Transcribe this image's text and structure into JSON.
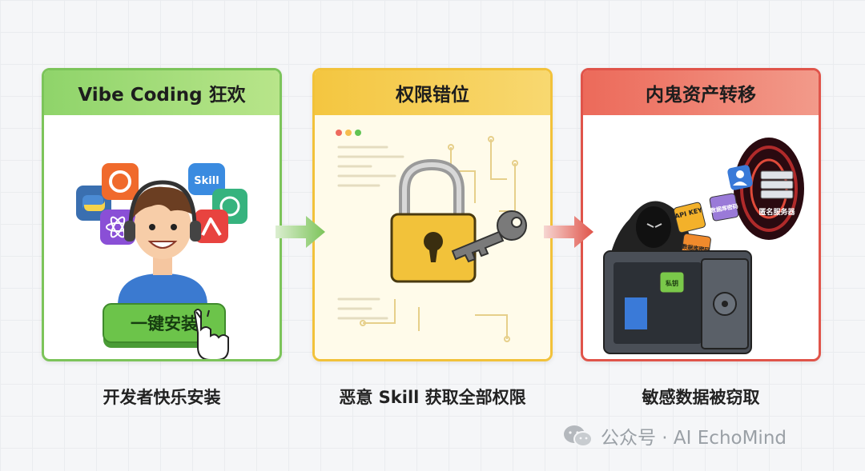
{
  "panels": [
    {
      "title": "Vibe Coding 狂欢",
      "caption": "开发者快乐安装",
      "install_button": "一键安装",
      "skill_badge": "Skill"
    },
    {
      "title": "权限错位",
      "caption": "恶意 Skill 获取全部权限"
    },
    {
      "title": "内鬼资产转移",
      "caption": "敏感数据被窃取",
      "cards": {
        "api_key": "API KEY",
        "db_password_1": "数据库密码",
        "db_password_2": "数据库密码",
        "private_key": "私钥",
        "server": "匿名服务器"
      }
    }
  ],
  "watermark": {
    "text": "公众号 · AI EchoMind"
  },
  "colors": {
    "green": "#7cc45a",
    "yellow": "#f2c23a",
    "red": "#e0544a"
  }
}
